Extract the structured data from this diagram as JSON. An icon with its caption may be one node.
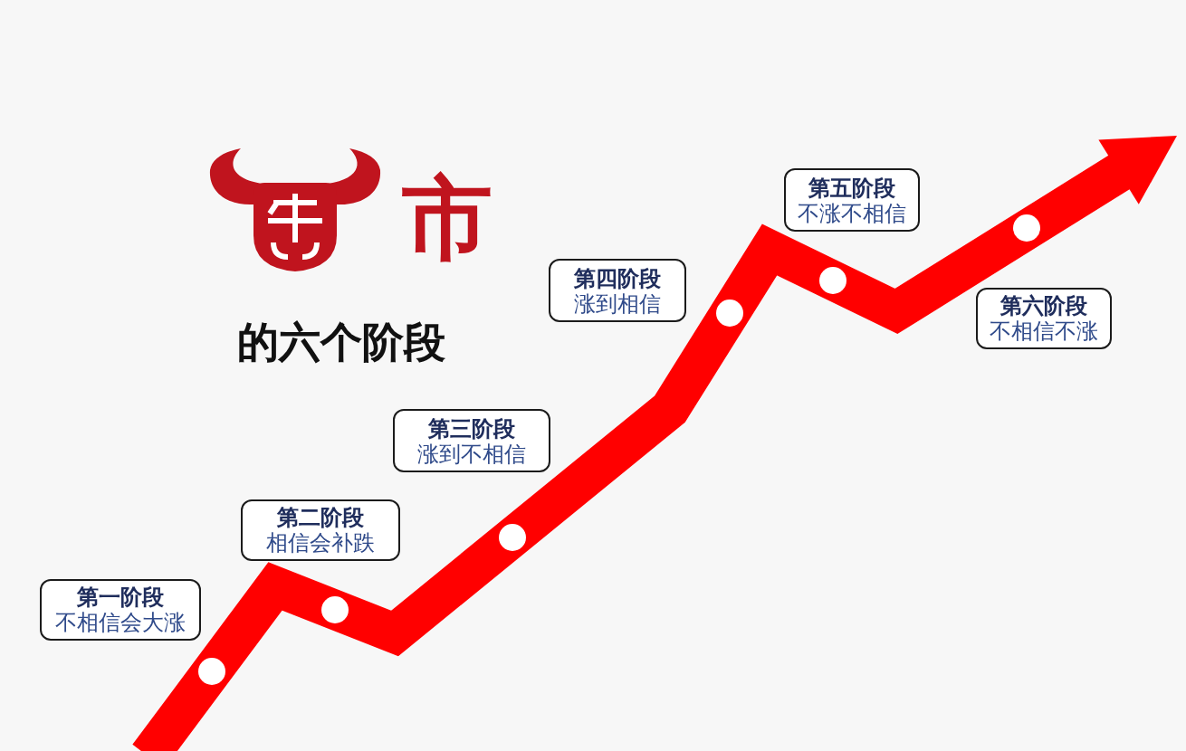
{
  "diagram": {
    "nodes": [
      {
        "text": [
          "第一阶段",
          "不相信会大涨"
        ]
      },
      {
        "text": [
          "第二阶段",
          "相信会补跌"
        ]
      },
      {
        "text": [
          "第三阶段",
          "涨到不相信"
        ]
      },
      {
        "text": [
          "第四阶段",
          "涨到相信"
        ]
      },
      {
        "text": [
          "第五阶段",
          "不涨不相信"
        ]
      },
      {
        "text": [
          "第六阶段",
          "不相信不涨"
        ]
      }
    ],
    "labels": [
      "市",
      "的六个阶段"
    ]
  }
}
